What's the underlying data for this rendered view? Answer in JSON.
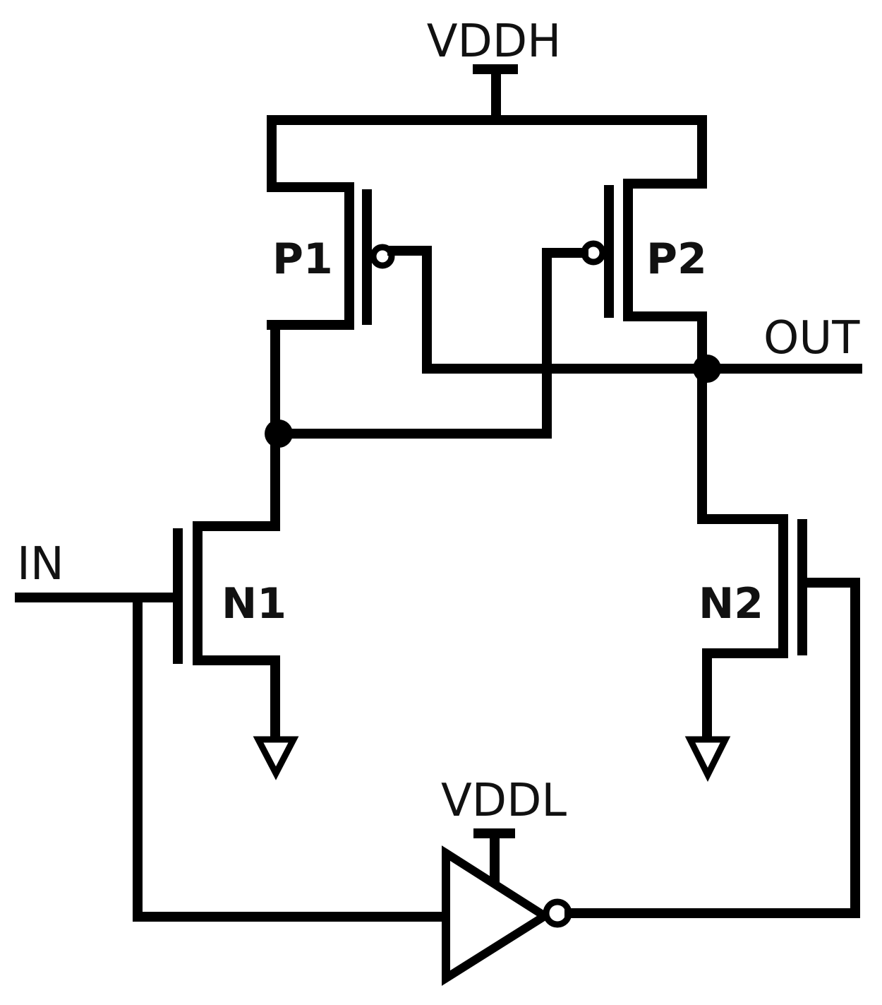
{
  "nets": {
    "vddh": "VDDH",
    "vddl": "VDDL",
    "out": "OUT",
    "in": "IN"
  },
  "devices": {
    "p1": "P1",
    "p2": "P2",
    "n1": "N1",
    "n2": "N2"
  },
  "colors": {
    "line": "#000000",
    "background": "#ffffff"
  }
}
